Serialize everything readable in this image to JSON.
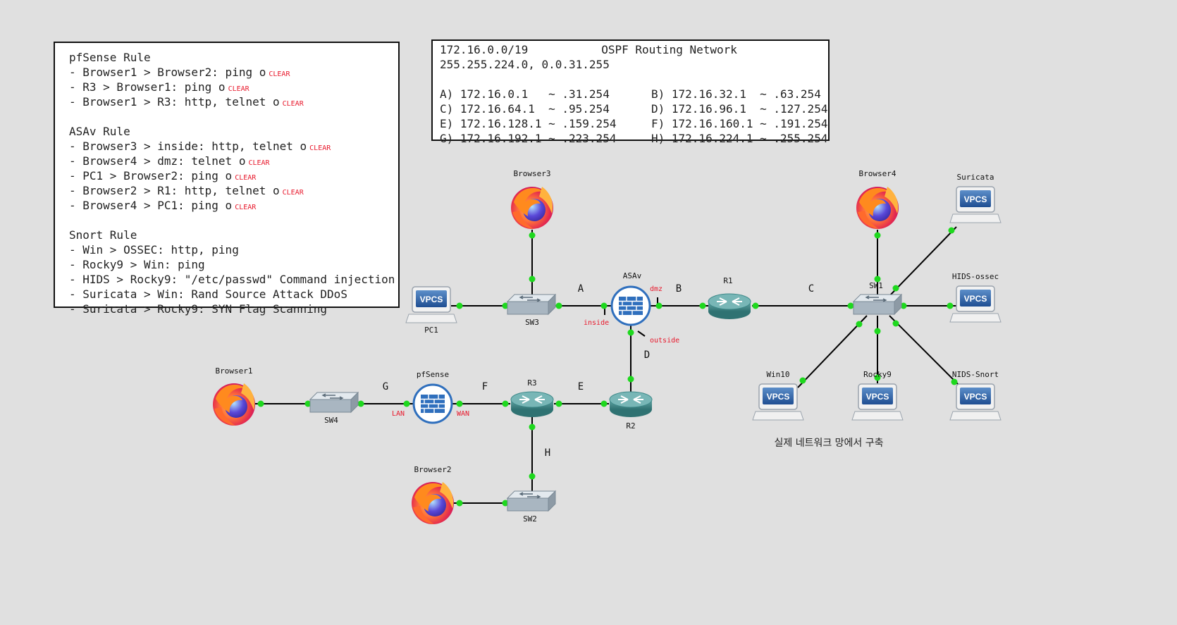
{
  "rule_note": {
    "sections": [
      {
        "title": "pfSense Rule",
        "items": [
          {
            "text": "- Browser1 > Browser2: ping o",
            "tag": "CLEAR"
          },
          {
            "text": "- R3 > Browser1: ping o",
            "tag": "CLEAR"
          },
          {
            "text": "- Browser1 > R3: http, telnet o",
            "tag": "CLEAR"
          }
        ]
      },
      {
        "title": "ASAv Rule",
        "items": [
          {
            "text": "- Browser3 > inside: http, telnet o",
            "tag": "CLEAR"
          },
          {
            "text": "- Browser4 > dmz: telnet o",
            "tag": "CLEAR"
          },
          {
            "text": "- PC1 > Browser2: ping o",
            "tag": "CLEAR"
          },
          {
            "text": "- Browser2 > R1: http, telnet o",
            "tag": "CLEAR"
          },
          {
            "text": "- Browser4 > PC1: ping o",
            "tag": "CLEAR"
          }
        ]
      },
      {
        "title": "Snort Rule",
        "items": [
          {
            "text": "- Win > OSSEC: http, ping",
            "tag": ""
          },
          {
            "text": "- Rocky9 > Win: ping",
            "tag": ""
          },
          {
            "text": "- HIDS > Rocky9: \"/etc/passwd\" Command injection",
            "tag": ""
          },
          {
            "text": "- Suricata > Win: Rand Source Attack DDoS",
            "tag": ""
          },
          {
            "text": "- Suricata > Rocky9: SYN Flag Scanning",
            "tag": ""
          }
        ]
      }
    ]
  },
  "ospf_note": {
    "network": "172.16.0.0/19",
    "title": "OSPF Routing Network",
    "mask": "255.255.224.0, 0.0.31.255",
    "ranges": [
      [
        "A) 172.16.0.1   ~ .31.254",
        "B) 172.16.32.1  ~ .63.254"
      ],
      [
        "C) 172.16.64.1  ~ .95.254",
        "D) 172.16.96.1  ~ .127.254"
      ],
      [
        "E) 172.16.128.1 ~ .159.254",
        "F) 172.16.160.1 ~ .191.254"
      ],
      [
        "G) 172.16.192.1 ~ .223.254",
        "H) 172.16.224.1 ~ .255.254"
      ]
    ]
  },
  "caption": "실제 네트워크 망에서 구축",
  "vpcs_text": "VPCS",
  "nodes": {
    "browser3": "Browser3",
    "browser4": "Browser4",
    "browser1": "Browser1",
    "browser2": "Browser2",
    "suricata": "Suricata",
    "hids": "HIDS-ossec",
    "win10": "Win10",
    "rocky9": "Rocky9",
    "nids": "NIDS-Snort",
    "pc1": "PC1",
    "sw3": "SW3",
    "sw1": "SW1",
    "sw4": "SW4",
    "sw2": "SW2",
    "asav": "ASAv",
    "r1": "R1",
    "r2": "R2",
    "r3": "R3",
    "pfsense": "pfSense"
  },
  "segments": {
    "A": "A",
    "B": "B",
    "C": "C",
    "D": "D",
    "E": "E",
    "F": "F",
    "G": "G",
    "H": "H"
  },
  "interfaces": {
    "inside": "inside",
    "dmz": "dmz",
    "outside": "outside",
    "lan": "LAN",
    "wan": "WAN"
  },
  "colors": {
    "background": "#e0e0e0",
    "link": "#000000",
    "endpoint": "#1ed81e",
    "interface_label": "#e8192c",
    "router": "#3f8a8a",
    "firewall": "#2f6fbd"
  }
}
